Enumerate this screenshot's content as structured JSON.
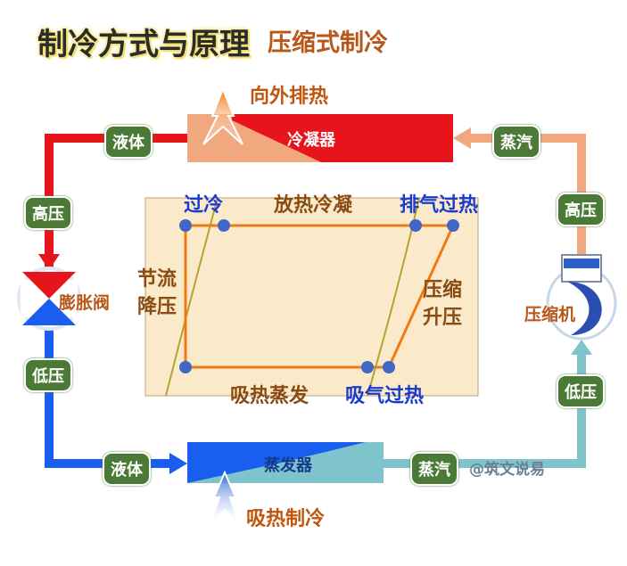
{
  "title": "制冷方式与原理",
  "subtitle": "压缩式制冷",
  "condenser": {
    "label": "冷凝器",
    "heat_out": "向外排热"
  },
  "evaporator": {
    "label": "蒸发器",
    "heat_in": "吸热制冷"
  },
  "valve": {
    "label": "膨胀阀"
  },
  "compressor": {
    "label": "压缩机"
  },
  "pipes": {
    "left_top_state": "液体",
    "left_high_pressure": "高压",
    "left_low_pressure": "低压",
    "bottom_left_state": "液体",
    "top_right_state": "蒸汽",
    "right_high_pressure": "高压",
    "right_low_pressure": "低压",
    "bottom_right_state": "蒸汽"
  },
  "cycle": {
    "top_left": "过冷",
    "top_mid": "放热冷凝",
    "top_right": "排气过热",
    "left": "节流\n降压",
    "right": "压缩\n升压",
    "bottom_mid": "吸热蒸发",
    "bottom_right": "吸气过热"
  },
  "watermark": "@筑文说易",
  "colors": {
    "hot_red": "#e8141c",
    "warm_salmon": "#f1a87f",
    "cold_blue": "#1a5ef0",
    "cool_teal": "#7fc4cc",
    "badge_green": "#4a7a35",
    "cycle_line": "#f07a12",
    "cycle_point": "#3f67c8",
    "panel_fill": "#fbeac9"
  }
}
